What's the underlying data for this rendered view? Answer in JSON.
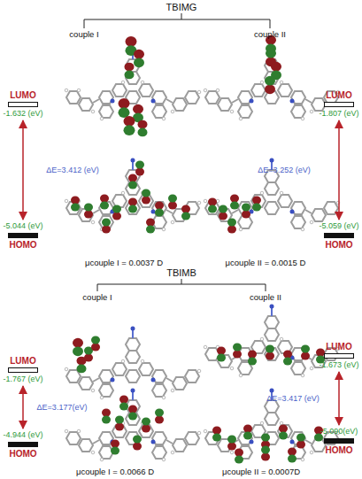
{
  "diagram": {
    "nodes": [
      {
        "text": [
          "LUMO",
          "-1.632 (eV)"
        ]
      },
      {
        "text": [
          "-5.044 (eV)",
          "HOMO"
        ]
      },
      {
        "text": [
          "LUMO",
          "-1.807 (eV)"
        ]
      },
      {
        "text": [
          "-5.059 (eV)",
          "HOMO"
        ]
      },
      {
        "text": [
          "LUMO",
          "-1.767 (eV)"
        ]
      },
      {
        "text": [
          "-4.944 (eV)",
          "HOMO"
        ]
      },
      {
        "text": [
          "LUMO",
          "-1.673 (eV)"
        ]
      },
      {
        "text": [
          "-5.090(eV)",
          "HOMO"
        ]
      }
    ],
    "edges": [
      {
        "from": 0,
        "to": 1,
        "label": "ΔE=3.412 (eV)",
        "arrow": "both"
      },
      {
        "from": 2,
        "to": 3,
        "label": "ΔE=3.252 (eV)",
        "arrow": "both"
      },
      {
        "from": 4,
        "to": 5,
        "label": "ΔE=3.177(eV)",
        "arrow": "both"
      },
      {
        "from": 6,
        "to": 7,
        "label": "ΔE=3.417 (eV)",
        "arrow": "both"
      }
    ],
    "labels": [
      "TBIMG",
      "couple I",
      "couple II",
      "μcouple I = 0.0037 D",
      "μcouple II = 0.0015 D",
      "TBIMB",
      "couple I",
      "couple II",
      "μcouple I = 0.0066 D",
      "μcouple II = 0.0007D"
    ]
  }
}
